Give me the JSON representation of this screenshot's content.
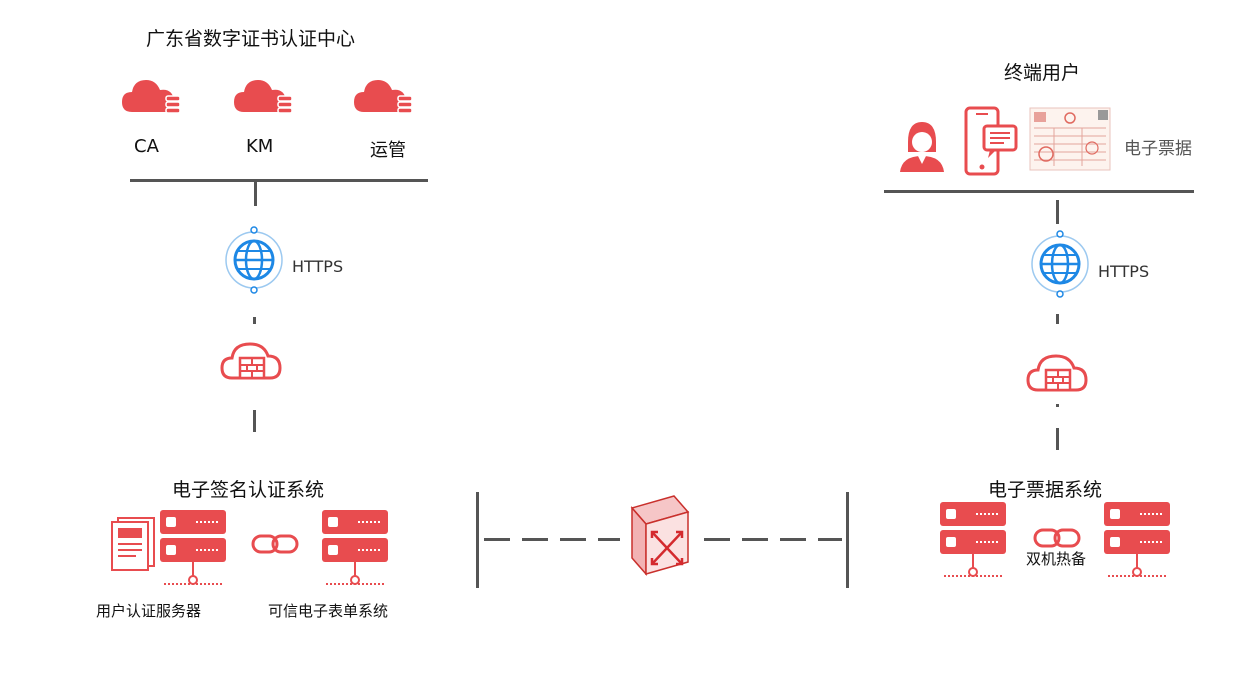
{
  "left_top": {
    "title": "广东省数字证书认证中心",
    "nodes": [
      "CA",
      "KM",
      "运管"
    ]
  },
  "left_link": {
    "protocol": "HTTPS"
  },
  "left_bottom": {
    "title": "电子签名认证系统",
    "server1_label": "用户认证服务器",
    "server2_label": "可信电子表单系统"
  },
  "right_top": {
    "title": "终端用户",
    "ticket_label": "电子票据"
  },
  "right_link": {
    "protocol": "HTTPS"
  },
  "right_bottom": {
    "title": "电子票据系统",
    "ha_label": "双机热备"
  },
  "colors": {
    "accent": "#e84c4f",
    "line": "#555555",
    "globe": "#1e88e5"
  }
}
